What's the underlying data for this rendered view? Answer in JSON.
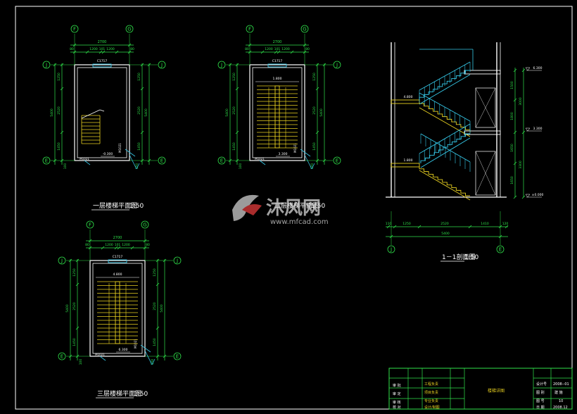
{
  "plans": [
    {
      "id": "plan1",
      "title": "一层楼梯平面图",
      "scale": "1:50",
      "top_dim": "2700",
      "sub_dims": [
        "1200",
        "101",
        "1200"
      ],
      "edge_dims": [
        "80",
        "80"
      ],
      "left_dims": [
        "1250",
        "2520",
        "1450"
      ],
      "total": "5400",
      "bottom_dims": [
        "100",
        "100"
      ],
      "axis_h": [
        "J",
        "E"
      ],
      "axis_v": [
        "F",
        "G"
      ],
      "window_tag": "C1717",
      "elev": "-0.300",
      "doors": [
        "M1021",
        "M1021"
      ]
    },
    {
      "id": "plan2",
      "title": "二层楼梯平面图",
      "scale": "1:50",
      "top_dim": "2700",
      "sub_dims": [
        "1200",
        "101",
        "1200"
      ],
      "edge_dims": [
        "80",
        "80"
      ],
      "left_dims": [
        "1250",
        "2520",
        "1450"
      ],
      "total": "5400",
      "bottom_dims": [
        "100",
        "100"
      ],
      "axis_h": [
        "J",
        "E"
      ],
      "axis_v": [
        "F",
        "G"
      ],
      "window_tag": "C1717",
      "elev_upper": "1.800",
      "elev": "3.300",
      "doors": [
        "M1021",
        "M1021"
      ]
    },
    {
      "id": "plan3",
      "title": "三层楼梯平面图",
      "scale": "1:50",
      "top_dim": "2700",
      "sub_dims": [
        "1200",
        "101",
        "1200"
      ],
      "edge_dims": [
        "80",
        "80"
      ],
      "left_dims": [
        "1250",
        "2520",
        "1450"
      ],
      "total": "5400",
      "bottom_dims": [
        "100",
        "100"
      ],
      "axis_h": [
        "J",
        "E"
      ],
      "axis_v": [
        "F",
        "G"
      ],
      "window_tag": "C1717",
      "elev_upper": "4.800",
      "elev": "6.300",
      "doors": [
        "M1021",
        "M1021"
      ]
    }
  ],
  "section": {
    "title": "1－1剖面图",
    "scale": "1:50",
    "right_dims_inner": [
      "1500",
      "1800",
      "1650",
      "1650"
    ],
    "right_dims_outer": [
      "3000",
      "3300"
    ],
    "levels": [
      "6.300",
      "3.300",
      "±0.000"
    ],
    "landings": [
      "4.800",
      "1.800"
    ],
    "bottom_dims": [
      "110",
      "1250",
      "2520",
      "1410",
      "120"
    ],
    "bottom_total": "5400",
    "axes": [
      "J",
      "E"
    ]
  },
  "watermark": {
    "brand": "沐风网",
    "url": "www.mfcad.com"
  },
  "title_block": {
    "left_labels": [
      "审 批",
      "审 定",
      "审 核",
      "校 对"
    ],
    "mid_labels": [
      "工程负责",
      "项目负责",
      "专业负责",
      "设计/制图"
    ],
    "drawing_name": "楼梯详图",
    "right_labels": [
      "设计号",
      "图 别",
      "图 号",
      "日 期"
    ],
    "right_values": [
      "2008--01",
      "建 施",
      "10",
      "2008.12"
    ]
  },
  "colors": {
    "background": "#000000",
    "frame": "#ffffff",
    "wall": "#ffffff",
    "dimension": "#2fe24a",
    "stair": "#e8d020",
    "railing": "#35c8e8"
  }
}
